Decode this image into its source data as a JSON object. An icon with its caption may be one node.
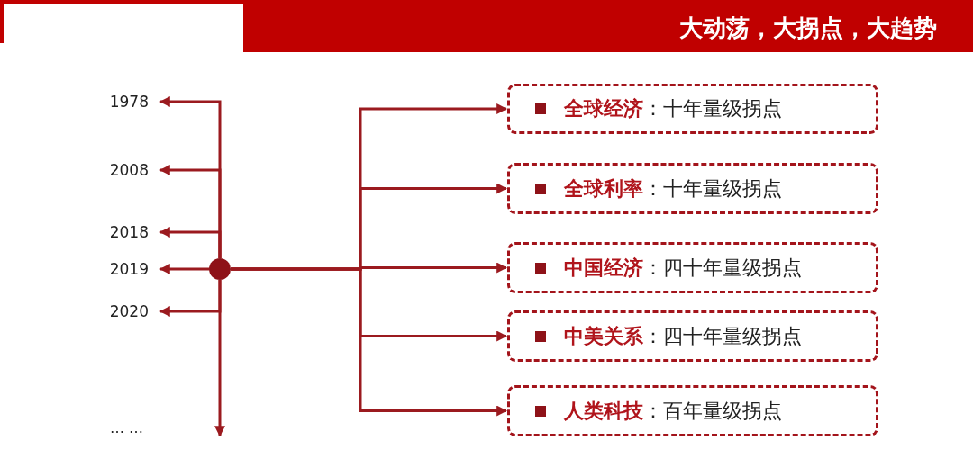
{
  "diagram": {
    "title": "大动荡，大拐点，大趋势",
    "nodes": [
      {
        "text": [
          "1978"
        ]
      },
      {
        "text": [
          "2008"
        ]
      },
      {
        "text": [
          "2018"
        ]
      },
      {
        "text": [
          "2019"
        ]
      },
      {
        "text": [
          "2020"
        ]
      },
      {
        "text": [],
        "shape": "circle"
      },
      {
        "text": [
          "**全球经济**：十年量级拐点"
        ]
      },
      {
        "text": [
          "**全球利率**：十年量级拐点"
        ]
      },
      {
        "text": [
          "**中国经济**：四十年量级拐点"
        ]
      },
      {
        "text": [
          "**中美关系**：四十年量级拐点"
        ]
      },
      {
        "text": [
          "**人类科技**：百年量级拐点"
        ]
      }
    ],
    "edges": [
      {
        "from": 5,
        "to": 0,
        "arrow": "to"
      },
      {
        "from": 5,
        "to": 1,
        "arrow": "to"
      },
      {
        "from": 5,
        "to": 2,
        "arrow": "to"
      },
      {
        "from": 5,
        "to": 3,
        "arrow": "to"
      },
      {
        "from": 5,
        "to": 4,
        "arrow": "to"
      },
      {
        "from": 5,
        "to": null,
        "arrow": "to"
      },
      {
        "from": 5,
        "to": 6,
        "arrow": "to"
      },
      {
        "from": 5,
        "to": 7,
        "arrow": "to"
      },
      {
        "from": 5,
        "to": 8,
        "arrow": "to"
      },
      {
        "from": 5,
        "to": 9,
        "arrow": "to"
      },
      {
        "from": 5,
        "to": 10,
        "arrow": "to"
      }
    ],
    "labels": [
      "… …"
    ]
  }
}
